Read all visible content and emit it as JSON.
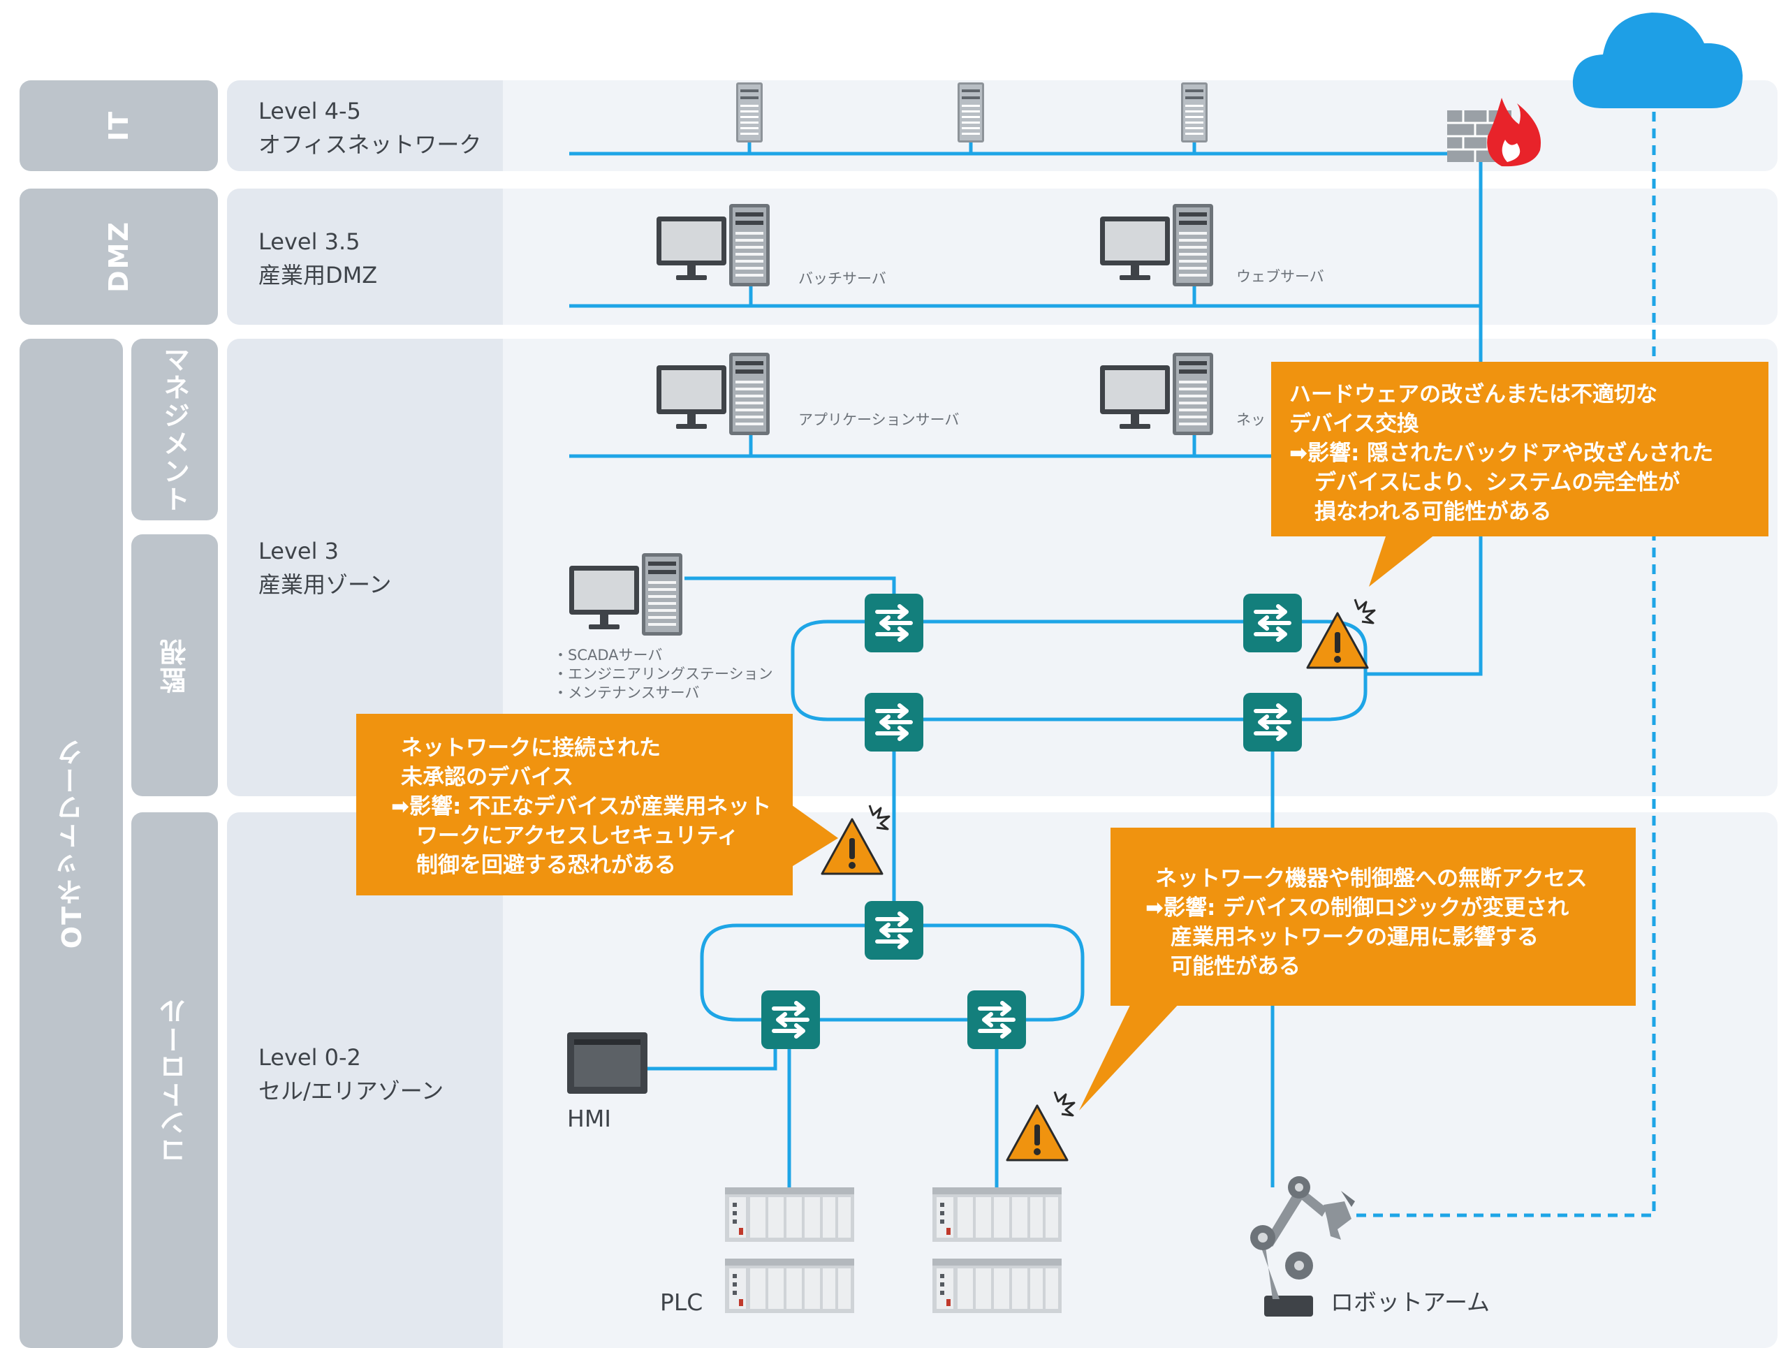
{
  "side_labels": {
    "it": "IT",
    "dmz": "DMZ",
    "ot": "OTネットワーク",
    "management": "マネジメント",
    "monitoring": "監視",
    "control": "コントロール"
  },
  "levels": {
    "it": {
      "level": "Level 4-5",
      "name": "オフィスネットワーク"
    },
    "dmz": {
      "level": "Level 3.5",
      "name": "産業用DMZ"
    },
    "l3": {
      "level": "Level 3",
      "name": "産業用ゾーン"
    },
    "l02": {
      "level": "Level 0-2",
      "name": "セル/エリアゾーン"
    }
  },
  "device_labels": {
    "batch_server": "バッチサーバ",
    "web_server": "ウェブサーバ",
    "app_server": "アプリケーションサーバ",
    "net_server_partial": "ネッ",
    "scada_list": [
      "・SCADAサーバ",
      "・エンジニアリングステーション",
      "・メンテナンスサーバ"
    ],
    "hmi": "HMI",
    "plc": "PLC",
    "robot": "ロボットアーム"
  },
  "callouts": {
    "hardware": {
      "title": [
        "ハードウェアの改ざんまたは不適切な",
        "デバイス交換"
      ],
      "impact": [
        "➡影響: 隠されたバックドアや改ざんされた",
        "デバイスにより、システムの完全性が",
        "損なわれる可能性がある"
      ]
    },
    "unauthorized": {
      "title": [
        "ネットワークに接続された",
        "未承認のデバイス"
      ],
      "impact": [
        "➡影響: 不正なデバイスが産業用ネット",
        "ワークにアクセスしセキュリティ",
        "制御を回避する恐れがある"
      ]
    },
    "access": {
      "title": [
        "ネットワーク機器や制御盤への無断アクセス"
      ],
      "impact": [
        "➡影響: デバイスの制御ロジックが変更され",
        "産業用ネットワークの運用に影響する",
        "可能性がある"
      ]
    }
  },
  "icons": [
    "cloud-icon",
    "firewall-icon",
    "server-icon",
    "workstation-icon",
    "switch-icon",
    "warning-icon",
    "hmi-panel-icon",
    "plc-icon",
    "robot-arm-icon"
  ],
  "colors": {
    "network_line": "#1ea5e6",
    "callout": "#f0930f",
    "switch": "#137f7c",
    "side_label": "#bdc4cb",
    "zone_bg": "#f1f4f8",
    "cloud": "#1e9fe6",
    "warning": "#f0930f"
  }
}
